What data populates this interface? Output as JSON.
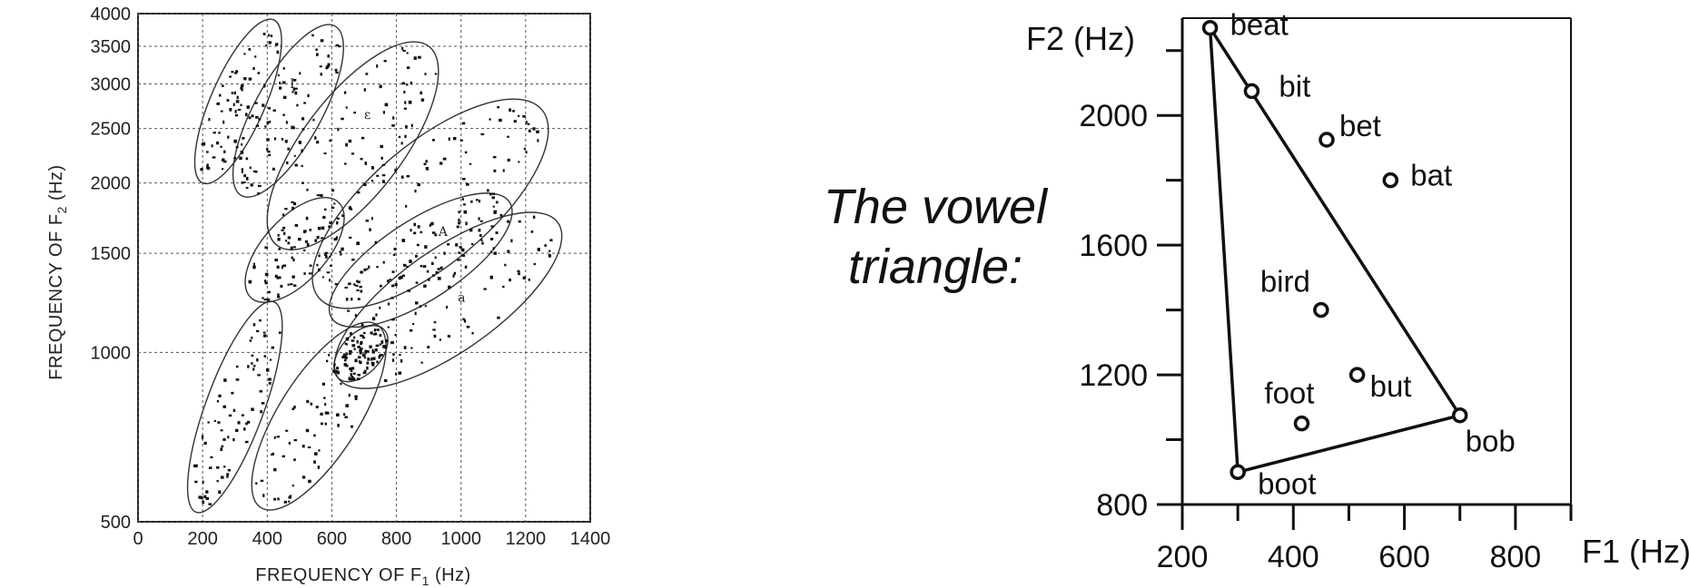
{
  "chart_data": [
    {
      "type": "scatter",
      "xlabel": "FREQUENCY OF F",
      "xlabel_sub": "1",
      "xlabel_unit": " (Hz)",
      "ylabel": "FREQUENCY OF F",
      "ylabel_sub": "2",
      "ylabel_unit": " (Hz)",
      "xlim": [
        0,
        1400
      ],
      "ylim": [
        500,
        4000
      ],
      "yscale": "log",
      "grid": true,
      "x_ticks": [
        "0",
        "200",
        "400",
        "600",
        "800",
        "1000",
        "1200",
        "1400"
      ],
      "y_ticks": [
        "500",
        "1000",
        "1500",
        "2000",
        "2500",
        "3000",
        "3500",
        "4000"
      ],
      "x_tick_values": [
        0,
        200,
        400,
        600,
        800,
        1000,
        1200,
        1400
      ],
      "y_tick_values": [
        500,
        1000,
        1500,
        2000,
        2500,
        3000,
        3500,
        4000
      ],
      "vowel_regions": [
        {
          "f1_range": [
            200,
            420
          ],
          "f2_range": [
            2000,
            3900
          ]
        },
        {
          "f1_range": [
            320,
            610
          ],
          "f2_range": [
            1900,
            3800
          ]
        },
        {
          "f1_range": [
            430,
            900
          ],
          "f2_range": [
            1550,
            3500
          ]
        },
        {
          "f1_range": [
            560,
            1250
          ],
          "f2_range": [
            1250,
            2700
          ]
        },
        {
          "f1_range": [
            600,
            1150
          ],
          "f2_range": [
            1150,
            1850
          ]
        },
        {
          "f1_range": [
            620,
            1300
          ],
          "f2_range": [
            900,
            1700
          ]
        },
        {
          "f1_range": [
            350,
            620
          ],
          "f2_range": [
            1250,
            1850
          ]
        },
        {
          "f1_range": [
            620,
            760
          ],
          "f2_range": [
            900,
            1100
          ]
        },
        {
          "f1_range": [
            180,
            420
          ],
          "f2_range": [
            520,
            1230
          ]
        },
        {
          "f1_range": [
            380,
            740
          ],
          "f2_range": [
            530,
            1120
          ]
        }
      ],
      "annotations": [
        {
          "text": "I",
          "x": 470,
          "y": 2950
        },
        {
          "text": "ε",
          "x": 700,
          "y": 2600
        },
        {
          "text": "A",
          "x": 930,
          "y": 1610
        },
        {
          "text": "a",
          "x": 990,
          "y": 1230
        }
      ]
    },
    {
      "type": "scatter",
      "xlabel": "F1 (Hz)",
      "ylabel": "F2 (Hz)",
      "xlim": [
        200,
        900
      ],
      "ylim": [
        800,
        2300
      ],
      "x_ticks": [
        "200",
        "400",
        "600",
        "800"
      ],
      "y_ticks": [
        "800",
        "1200",
        "1600",
        "2000"
      ],
      "x_tick_values": [
        200,
        400,
        600,
        800
      ],
      "y_tick_values": [
        800,
        1200,
        1600,
        2000
      ],
      "points": [
        {
          "label": "beat",
          "f1": 250,
          "f2": 2270
        },
        {
          "label": "bit",
          "f1": 325,
          "f2": 2075
        },
        {
          "label": "bet",
          "f1": 460,
          "f2": 1925
        },
        {
          "label": "bat",
          "f1": 575,
          "f2": 1800
        },
        {
          "label": "bird",
          "f1": 450,
          "f2": 1400
        },
        {
          "label": "but",
          "f1": 515,
          "f2": 1200
        },
        {
          "label": "foot",
          "f1": 415,
          "f2": 1050
        },
        {
          "label": "boot",
          "f1": 300,
          "f2": 900
        },
        {
          "label": "bob",
          "f1": 700,
          "f2": 1075
        }
      ],
      "triangle": [
        "beat",
        "bob",
        "boot"
      ]
    }
  ],
  "caption": {
    "line1": "The vowel",
    "line2": "triangle:"
  }
}
